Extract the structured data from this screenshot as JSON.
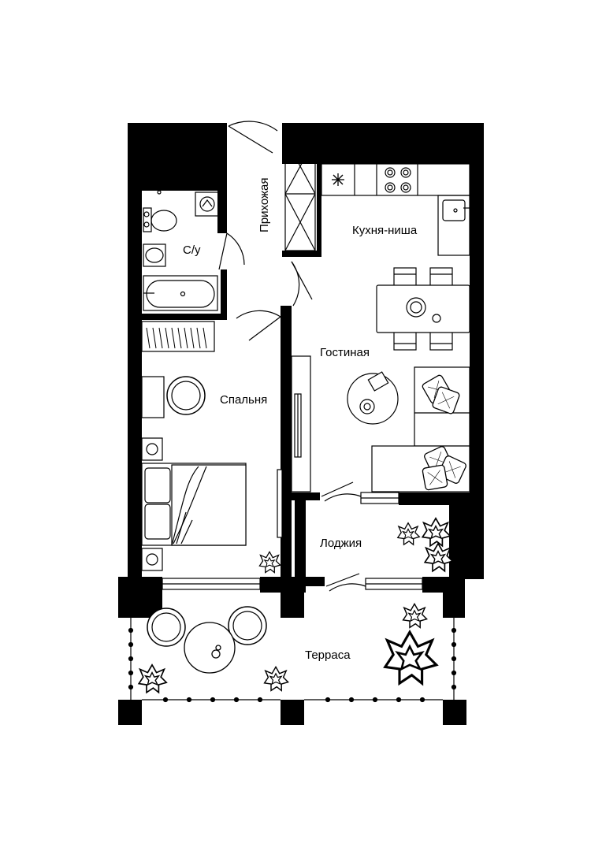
{
  "rooms": {
    "hallway": "Прихожая",
    "bathroom": "С/у",
    "kitchen": "Кухня-ниша",
    "living": "Гостиная",
    "bedroom": "Спальня",
    "loggia": "Лоджия",
    "terrace": "Терраса"
  },
  "colors": {
    "wall": "#000000",
    "line": "#000000",
    "background": "#ffffff"
  },
  "icons": {
    "fridge": "snowflake-icon",
    "plant": "plant-star-icon"
  }
}
